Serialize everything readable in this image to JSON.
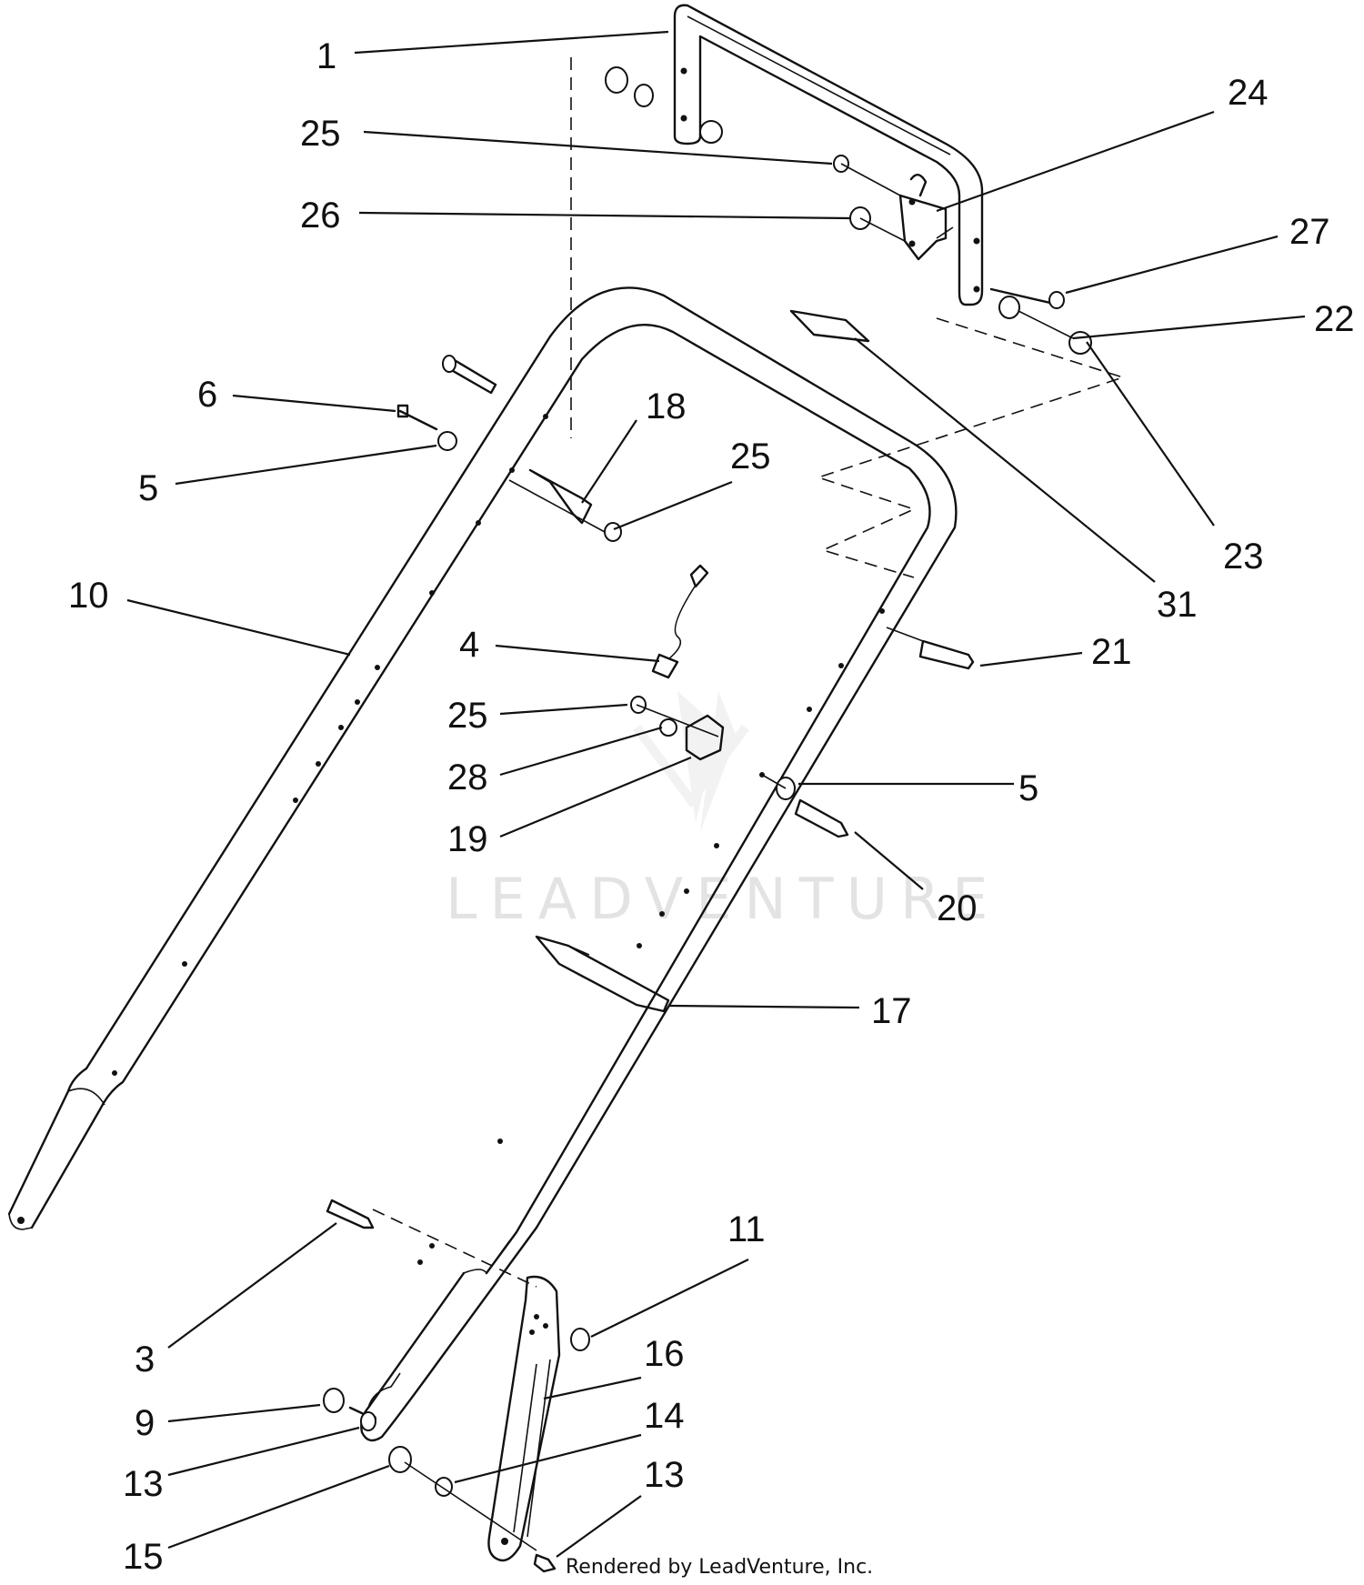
{
  "watermark": "LEADVENTURE",
  "credit": "Rendered by LeadVenture, Inc.",
  "callouts": [
    "1",
    "25",
    "26",
    "24",
    "27",
    "22",
    "6",
    "18",
    "25",
    "5",
    "10",
    "23",
    "31",
    "4",
    "21",
    "25",
    "28",
    "19",
    "5",
    "20",
    "17",
    "11",
    "3",
    "16",
    "9",
    "14",
    "13",
    "15",
    "13"
  ],
  "colors": {
    "ink": "#111111",
    "watermark": "#e3e3e3",
    "background": "#ffffff"
  }
}
